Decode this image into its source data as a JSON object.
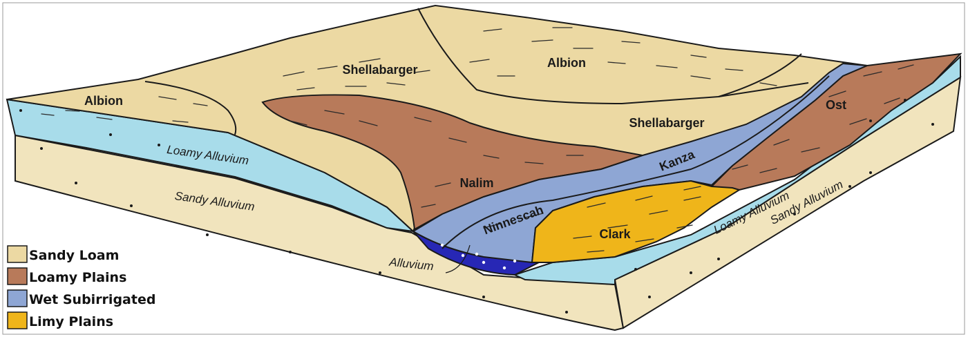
{
  "colors": {
    "sandy_loam": "#ecd9a3",
    "loamy_plains": "#b87a5a",
    "wet_subirrigated": "#8ea6d4",
    "limy_plains": "#efb51a",
    "loamy_alluvium": "#a8dcea",
    "sandy_alluvium": "#f1e4bd",
    "alluvium": "#2727b5"
  },
  "map_labels": {
    "albion_left": "Albion",
    "albion_top": "Albion",
    "shellabarger_top": "Shellabarger",
    "shellabarger_right": "Shellabarger",
    "ost": "Ost",
    "kanza": "Kanza",
    "nalim": "Nalim",
    "ninnescah": "Ninnescah",
    "clark": "Clark"
  },
  "layer_labels": {
    "loamy_alluvium_left": "Loamy Alluvium",
    "sandy_alluvium_left": "Sandy Alluvium",
    "alluvium": "Alluvium",
    "loamy_alluvium_right": "Loamy Alluvium",
    "sandy_alluvium_right": "Sandy Alluvium"
  },
  "legend": [
    {
      "label": "Sandy Loam",
      "color": "#ecd9a3"
    },
    {
      "label": "Loamy Plains",
      "color": "#b87a5a"
    },
    {
      "label": "Wet Subirrigated",
      "color": "#8ea6d4"
    },
    {
      "label": "Limy Plains",
      "color": "#efb51a"
    }
  ]
}
